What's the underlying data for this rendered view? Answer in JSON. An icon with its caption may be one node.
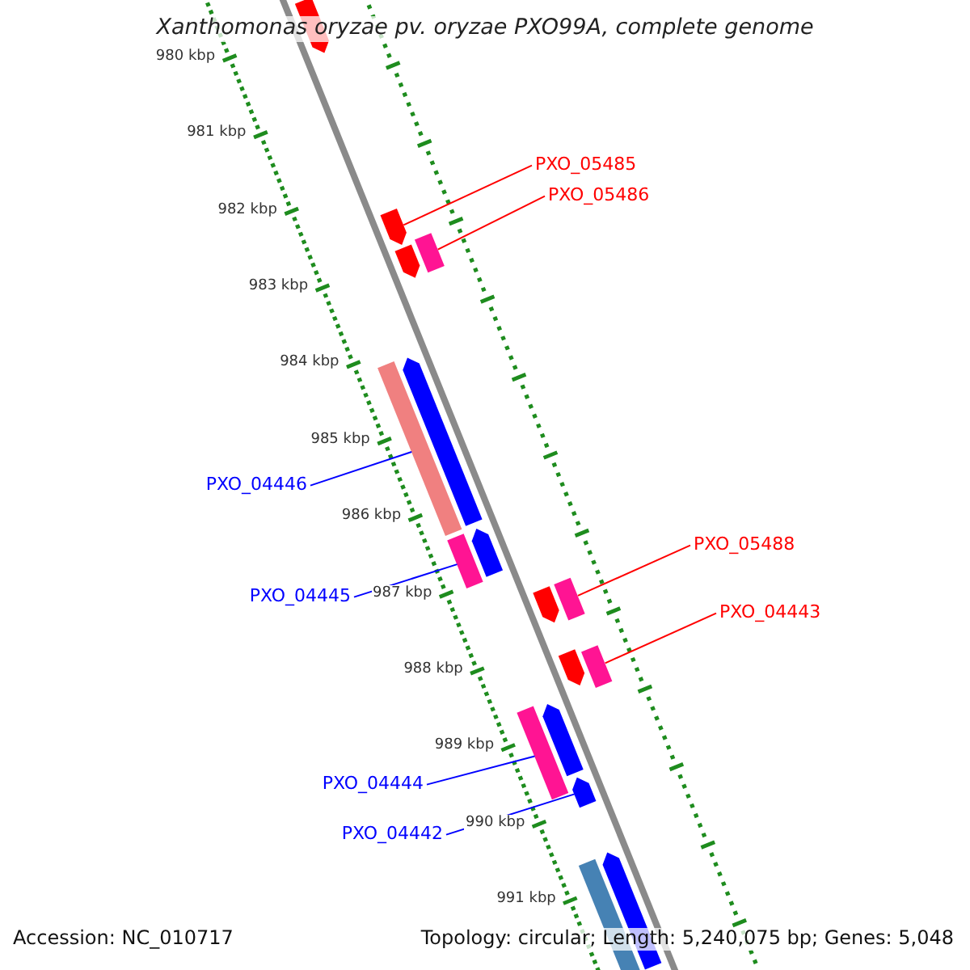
{
  "diagram": {
    "title": "Xanthomonas oryzae pv. oryzae PXO99A, complete genome",
    "nodes": [
      {
        "text": [
          "PXO_05485"
        ]
      },
      {
        "text": [
          "PXO_05486"
        ]
      },
      {
        "text": [
          "PXO_04446"
        ]
      },
      {
        "text": [
          "PXO_05488"
        ]
      },
      {
        "text": [
          "PXO_04445"
        ]
      },
      {
        "text": [
          "PXO_04443"
        ]
      },
      {
        "text": [
          "PXO_04444"
        ]
      },
      {
        "text": [
          "PXO_04442"
        ]
      },
      {
        "text": [],
        "shape": "arrow"
      },
      {
        "text": [],
        "shape": "arrow"
      },
      {
        "text": [],
        "shape": "bar"
      },
      {
        "text": [],
        "shape": "arrow"
      },
      {
        "text": [],
        "shape": "arrow"
      },
      {
        "text": [],
        "shape": "bar"
      },
      {
        "text": [],
        "shape": "bar"
      },
      {
        "text": [],
        "shape": "arrow"
      },
      {
        "text": [],
        "shape": "arrow"
      },
      {
        "text": [],
        "shape": "bar"
      },
      {
        "text": [],
        "shape": "arrow"
      },
      {
        "text": [],
        "shape": "bar"
      },
      {
        "text": [],
        "shape": "bar"
      },
      {
        "text": [],
        "shape": "arrow"
      },
      {
        "text": [],
        "shape": "arrow"
      },
      {
        "text": [],
        "shape": "bar"
      },
      {
        "text": [],
        "shape": "arrow"
      }
    ],
    "edges": [
      {
        "from": 0,
        "to": 9,
        "arrow": "none",
        "color": "#ff0000"
      },
      {
        "from": 1,
        "to": 10,
        "arrow": "none",
        "color": "#ff0000"
      },
      {
        "from": 2,
        "to": 13,
        "arrow": "none",
        "color": "#0000ff"
      },
      {
        "from": 3,
        "to": 17,
        "arrow": "none",
        "color": "#ff0000"
      },
      {
        "from": 4,
        "to": 14,
        "arrow": "none",
        "color": "#0000ff"
      },
      {
        "from": 5,
        "to": 19,
        "arrow": "none",
        "color": "#ff0000"
      },
      {
        "from": 6,
        "to": 20,
        "arrow": "none",
        "color": "#0000ff"
      },
      {
        "from": 7,
        "to": 22,
        "arrow": "none",
        "color": "#0000ff"
      }
    ],
    "labels": [
      "980 kbp",
      "981 kbp",
      "982 kbp",
      "983 kbp",
      "984 kbp",
      "985 kbp",
      "986 kbp",
      "987 kbp",
      "988 kbp",
      "989 kbp",
      "990 kbp",
      "991 kbp",
      "Accession: NC_010717",
      "Topology: circular; Length: 5,240,075 bp; Genes: 5,048"
    ]
  }
}
